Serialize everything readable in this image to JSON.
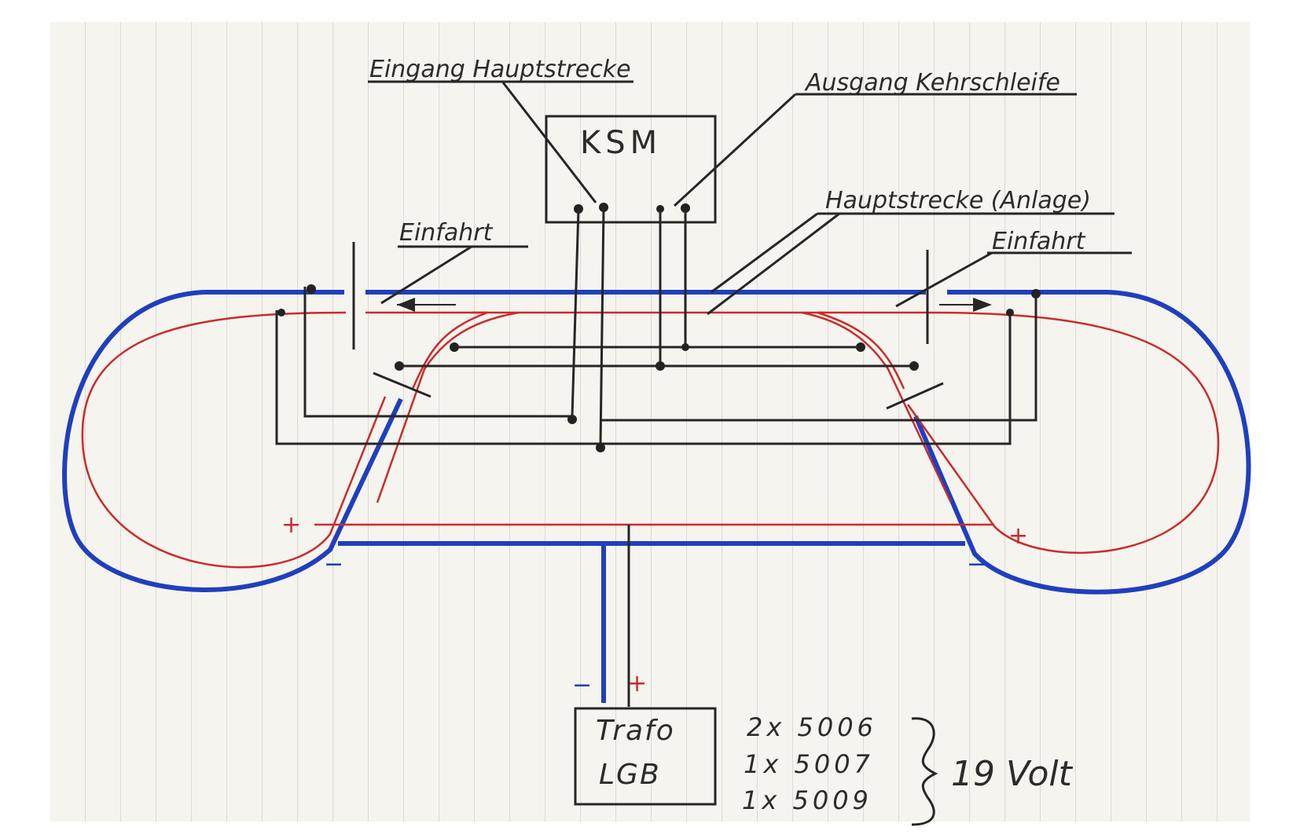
{
  "labels": {
    "eingang": "Eingang Hauptstrecke",
    "ausgang": "Ausgang Kehrschleife",
    "hauptstrecke": "Hauptstrecke (Anlage)",
    "einfahrt_left": "Einfahrt",
    "einfahrt_right": "Einfahrt"
  },
  "ksm_box": {
    "title": "KSM"
  },
  "trafo_box": {
    "line1": "Trafo",
    "line2": "LGB"
  },
  "polarity": {
    "plus": "+",
    "minus": "−"
  },
  "modules": {
    "items": [
      "2x 5006",
      "1x 5007",
      "1x 5009"
    ],
    "voltage": "19 Volt"
  },
  "colors": {
    "blue_rail": "#1f3fbf",
    "red_rail": "#cc2a2a",
    "wire": "#262626"
  }
}
